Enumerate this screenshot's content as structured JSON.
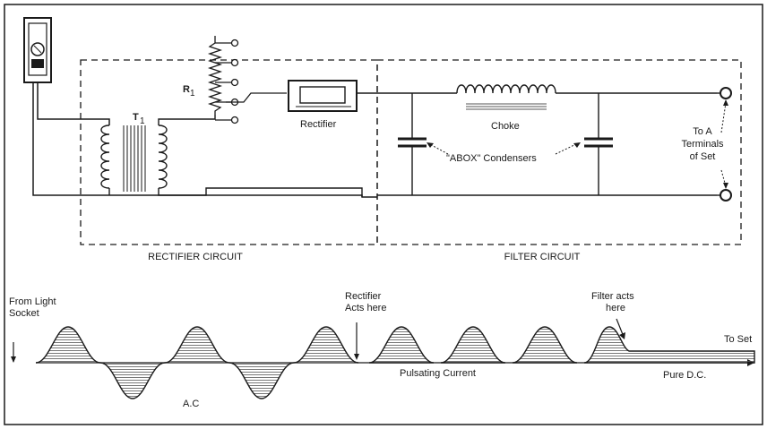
{
  "labels": {
    "r1": "R",
    "r1_sub": "1",
    "t1": "T",
    "t1_sub": "1",
    "rectifier": "Rectifier",
    "choke": "Choke",
    "condensers": "\"ABOX\" Condensers",
    "to_a_line1": "To A",
    "to_a_line2": "Terminals",
    "to_a_line3": "of Set",
    "rectifier_circuit": "RECTIFIER CIRCUIT",
    "filter_circuit": "FILTER CIRCUIT",
    "from_light_1": "From Light",
    "from_light_2": "Socket",
    "rect_acts_1": "Rectifier",
    "rect_acts_2": "Acts here",
    "filter_acts_1": "Filter acts",
    "filter_acts_2": "here",
    "to_set": "To Set",
    "ac": "A.C",
    "pulsating": "Pulsating Current",
    "pure_dc": "Pure D.C."
  },
  "colors": {
    "ink": "#1a1a1a",
    "paper": "#ffffff",
    "hatch": "#555555"
  }
}
